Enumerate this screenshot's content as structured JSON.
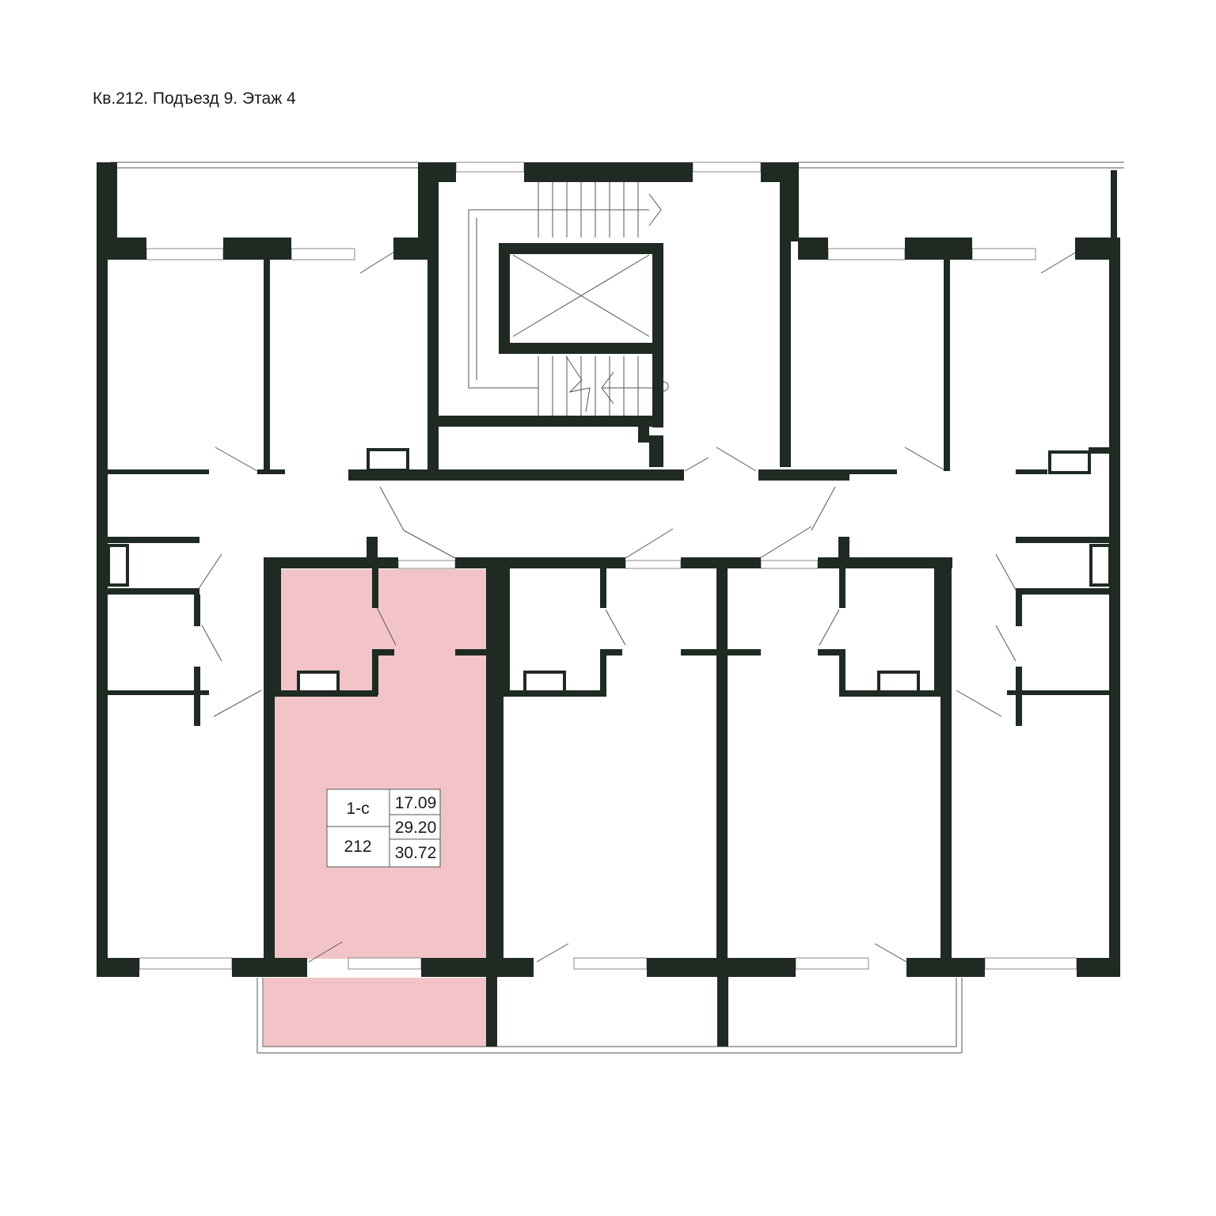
{
  "title": "Кв.212. Подъезд 9. Этаж 4",
  "apartment": {
    "type": "1-с",
    "number": "212",
    "living_area": "17.09",
    "area": "29.20",
    "total_area": "30.72"
  },
  "colors": {
    "wall": "#1e2a22",
    "highlight": "#f2c4c7",
    "thin_line": "#555555",
    "window_line": "#888888"
  }
}
